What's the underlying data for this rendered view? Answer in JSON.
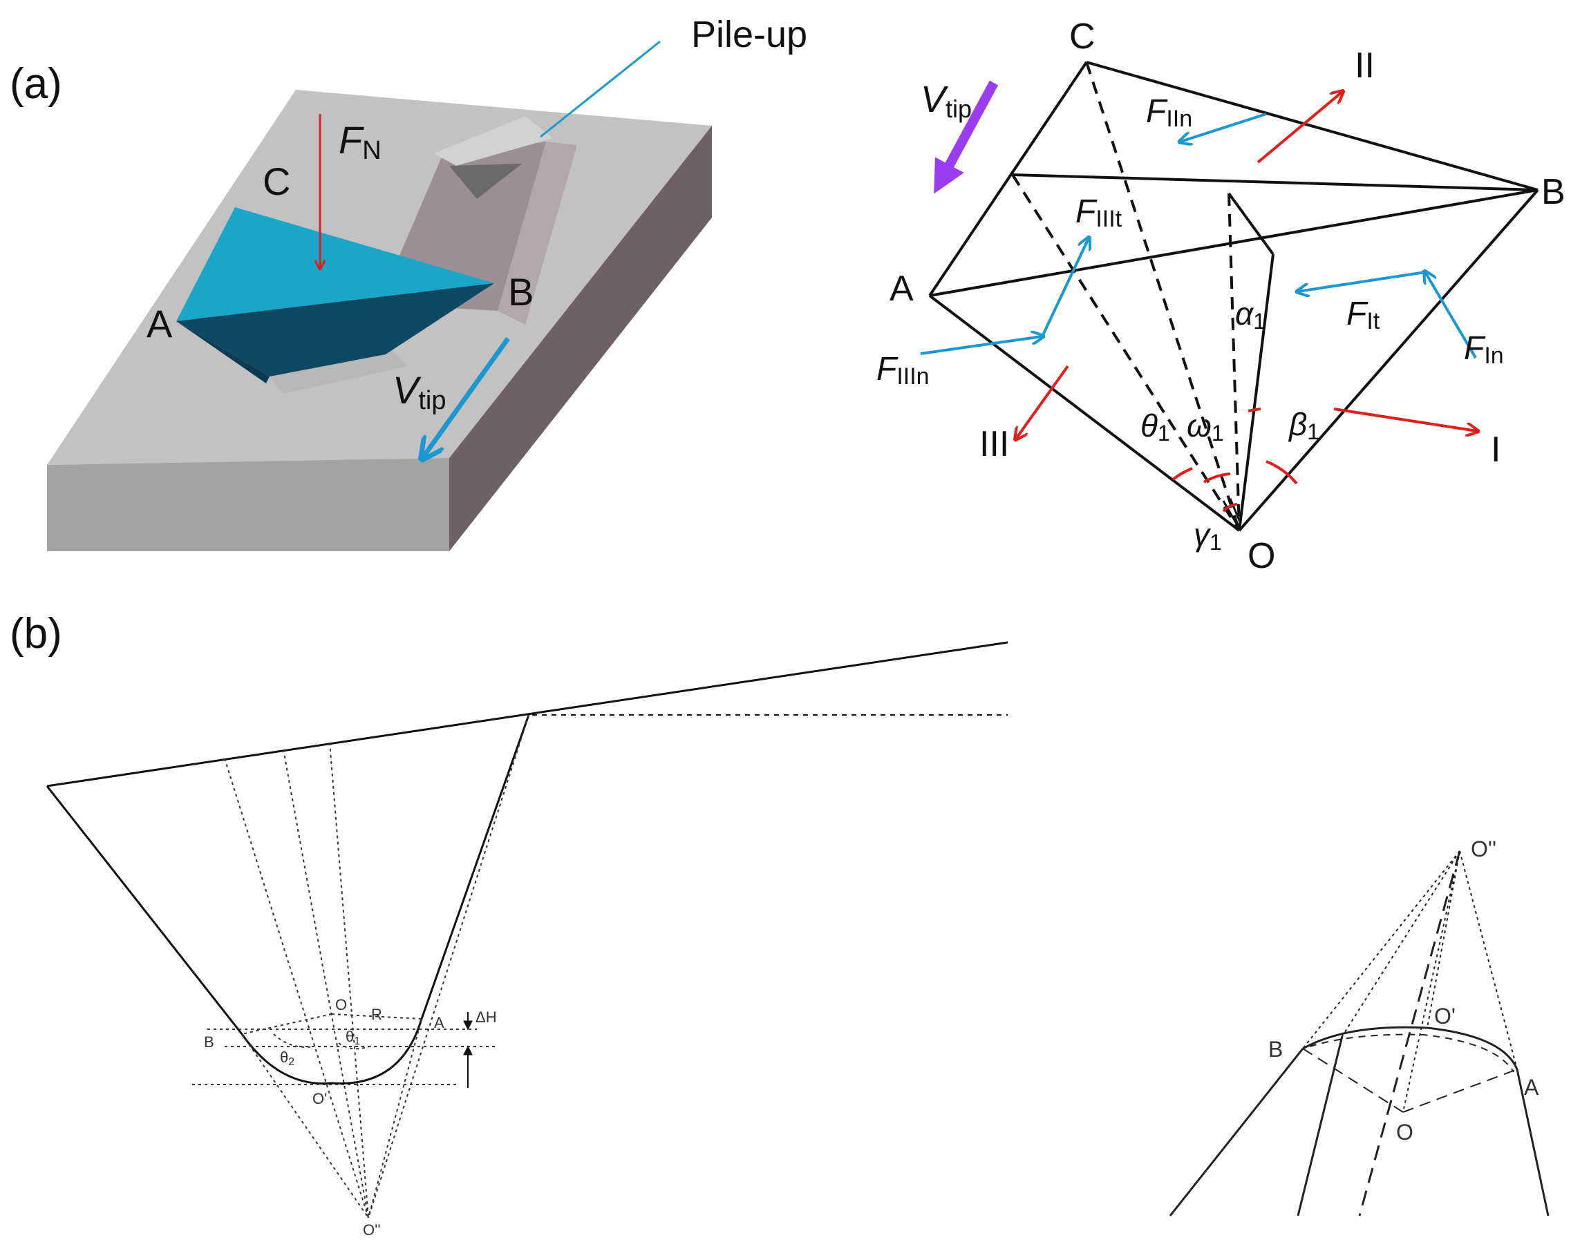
{
  "panel_a": {
    "label": "(a)",
    "block": {
      "pileup_label": "Pile-up",
      "force": {
        "main": "F",
        "sub": "N"
      },
      "velocity": {
        "main": "V",
        "sub": "tip"
      },
      "vertex_c": "C",
      "vertex_a": "A",
      "vertex_b": "B",
      "colors": {
        "top": "#c2c2c2",
        "front": "#a3a3a3",
        "side": "#6f5f66",
        "tip_light": "#1aa6c8",
        "tip_dark": "#0f4862",
        "force": "#e01e1e",
        "velocity": "#1a98cf"
      }
    },
    "pyramid": {
      "vertex_c": "C",
      "vertex_a": "A",
      "vertex_b": "B",
      "vertex_o": "O",
      "dir_1": "I",
      "dir_2": "II",
      "dir_3": "III",
      "velocity": {
        "main": "V",
        "sub": "tip"
      },
      "f_iin": {
        "main": "F",
        "sub": "IIn"
      },
      "f_iiit": {
        "main": "F",
        "sub": "IIIt"
      },
      "f_it": {
        "main": "F",
        "sub": "It"
      },
      "f_in": {
        "main": "F",
        "sub": "In"
      },
      "f_iiin": {
        "main": "F",
        "sub": "IIIn"
      },
      "alpha": {
        "main": "α",
        "sub": "1"
      },
      "theta": {
        "main": "θ",
        "sub": "1"
      },
      "omega": {
        "main": "ω",
        "sub": "1"
      },
      "beta": {
        "main": "β",
        "sub": "1"
      },
      "gamma": {
        "main": "γ",
        "sub": "1"
      },
      "colors": {
        "force": "#1a98cf",
        "direction": "#e01e1e",
        "velocity": "#9a3cf0"
      }
    }
  },
  "panel_b": {
    "label": "(b)",
    "profile": {
      "o": "O",
      "r": "R",
      "a": "A",
      "b": "B",
      "theta_2": {
        "main": "θ",
        "sub": "2"
      },
      "theta_1": {
        "main": "θ",
        "sub": "1"
      },
      "delta_h": "ΔH",
      "o_prime": "O'",
      "o_double": "O''"
    },
    "cone": {
      "o_double": "O''",
      "o_prime": "O'",
      "b": "B",
      "a": "A",
      "o": "O"
    }
  }
}
